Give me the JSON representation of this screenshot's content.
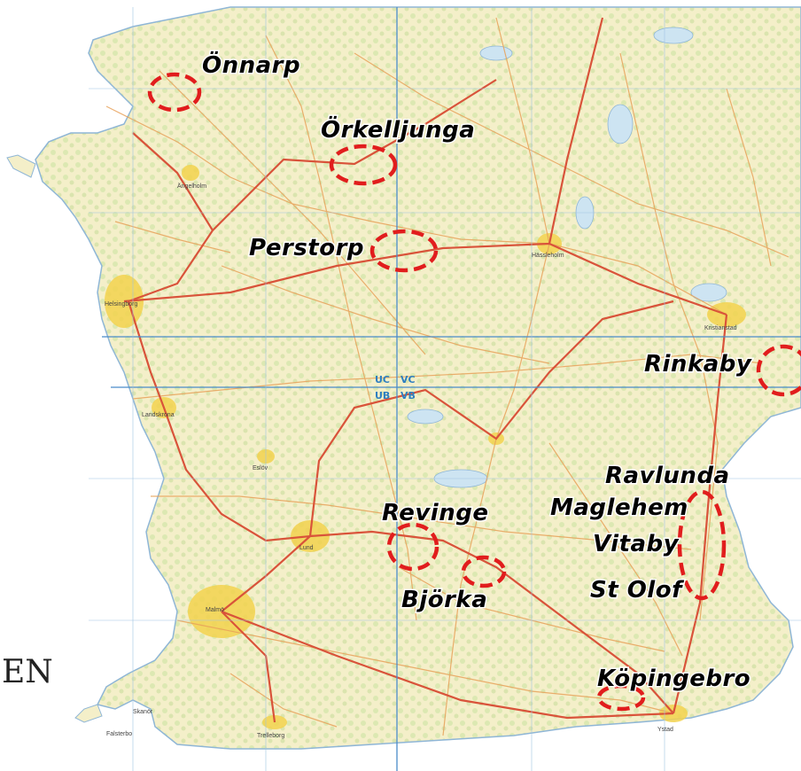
{
  "map": {
    "corner_code": "EN",
    "grid_labels": [
      "UC",
      "VC",
      "UB",
      "VB"
    ],
    "colors": {
      "land": "#f4efc9",
      "forest": "#d9e8b4",
      "sea": "#ffffff",
      "grid": "#4a8cc9",
      "road_major": "#d9533a",
      "road_minor": "#e8a25a",
      "urban": "#f2d24e",
      "marker": "#e11d1d"
    },
    "places": [
      {
        "id": "onnarp",
        "name": "Önnarp"
      },
      {
        "id": "orkelljunga",
        "name": "Örkelljunga"
      },
      {
        "id": "perstorp",
        "name": "Perstorp"
      },
      {
        "id": "rinkaby",
        "name": "Rinkaby"
      },
      {
        "id": "ravlunda",
        "name": "Ravlunda"
      },
      {
        "id": "maglehem",
        "name": "Maglehem"
      },
      {
        "id": "vitaby",
        "name": "Vitaby"
      },
      {
        "id": "st-olof",
        "name": "St Olof"
      },
      {
        "id": "revinge",
        "name": "Revinge"
      },
      {
        "id": "bjorka",
        "name": "Björka"
      },
      {
        "id": "kopingebro",
        "name": "Köpingebro"
      }
    ],
    "base_towns": [
      "Ängelholm",
      "Helsingborg",
      "Landskrona",
      "Lund",
      "Malmö",
      "Trelleborg",
      "Ystad",
      "Kristianstad",
      "Hässleholm",
      "Eslöv",
      "Falsterbo",
      "Skanör"
    ]
  }
}
